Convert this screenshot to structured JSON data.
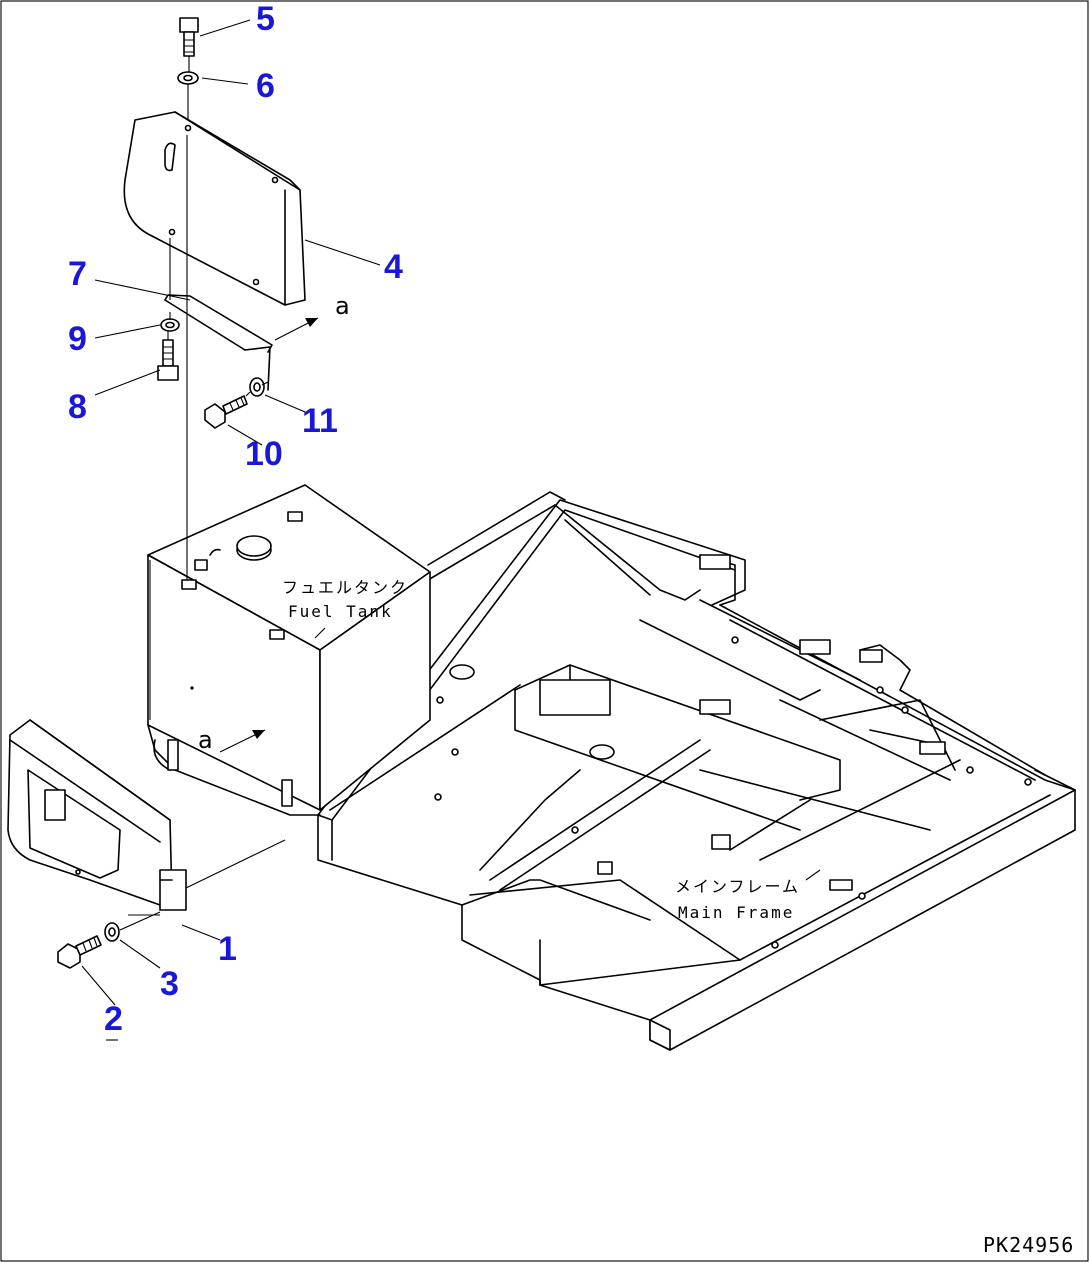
{
  "callouts": [
    {
      "id": "1",
      "text": "1"
    },
    {
      "id": "2",
      "text": "2"
    },
    {
      "id": "3",
      "text": "3"
    },
    {
      "id": "4",
      "text": "4"
    },
    {
      "id": "5",
      "text": "5"
    },
    {
      "id": "6",
      "text": "6"
    },
    {
      "id": "7",
      "text": "7"
    },
    {
      "id": "8",
      "text": "8"
    },
    {
      "id": "9",
      "text": "9"
    },
    {
      "id": "10",
      "text": "10"
    },
    {
      "id": "11",
      "text": "11"
    }
  ],
  "labels": {
    "fuel_tank_jp": "フュエルタンク",
    "fuel_tank_en": "Fuel Tank",
    "main_frame_jp": "メインフレーム",
    "main_frame_en": "Main Frame",
    "view_a_top": "a",
    "view_a_tank": "a",
    "drawing_code": "PK24956"
  },
  "colors": {
    "callout": "#1818d6",
    "line": "#000000",
    "background": "#ffffff"
  }
}
